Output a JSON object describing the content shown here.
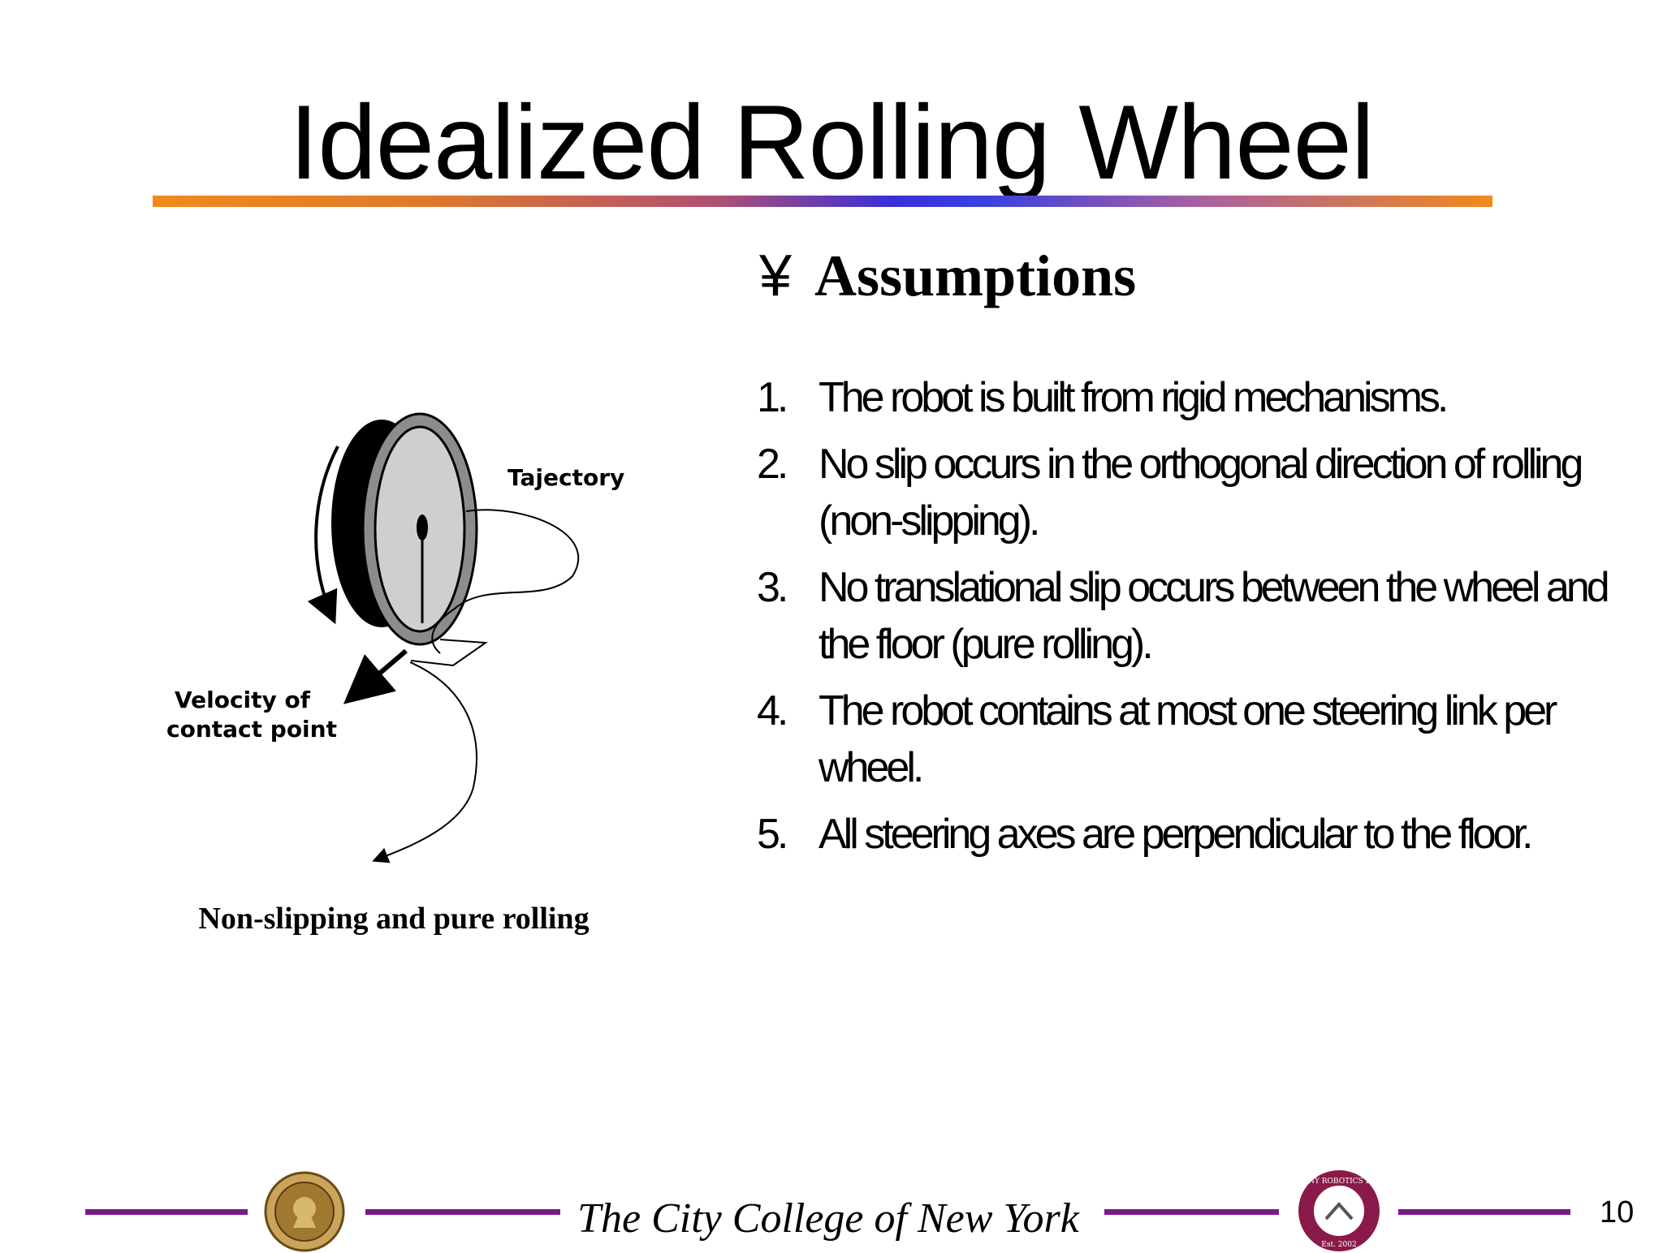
{
  "slide": {
    "title": "Idealized Rolling Wheel",
    "subheading": {
      "bullet": "¥",
      "text": "Assumptions"
    },
    "assumptions": [
      {
        "num": "1.",
        "text": "The robot is built from rigid mechanisms."
      },
      {
        "num": "2.",
        "text": "No slip occurs in the orthogonal direction of rolling (non-slipping)."
      },
      {
        "num": "3.",
        "text": "No translational slip occurs between the wheel and the floor (pure rolling)."
      },
      {
        "num": "4.",
        "text": "The robot contains at most one steering link per wheel."
      },
      {
        "num": "5.",
        "text": "All steering axes are perpendicular to the floor."
      }
    ]
  },
  "figure": {
    "trajectory_label": "Tajectory",
    "velocity_label_1": "Velocity of",
    "velocity_label_2": "contact point",
    "caption": "Non-slipping and pure rolling"
  },
  "footer": {
    "institution": "The City College of New York",
    "page_number": "10",
    "lab_seal_top": "CCNY ROBOTICS LAB",
    "lab_seal_bottom": "Est. 2002"
  },
  "colors": {
    "footer_line": "#7a1a8a",
    "lab_seal": "#8a1a4a",
    "college_seal": "#a07830"
  }
}
